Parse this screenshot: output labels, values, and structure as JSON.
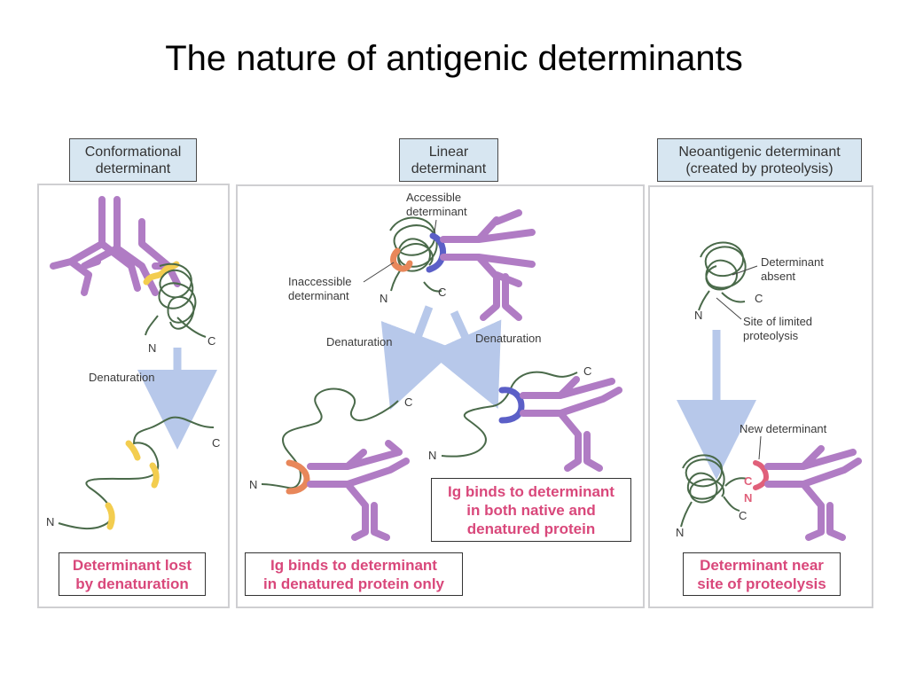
{
  "slide_title": "The nature of antigenic determinants",
  "panels": {
    "conformational": {
      "header_line1": "Conformational",
      "header_line2": "determinant",
      "denaturation_label": "Denaturation",
      "caption_line1": "Determinant lost",
      "caption_line2": "by denaturation"
    },
    "linear": {
      "header_line1": "Linear",
      "header_line2": "determinant",
      "accessible_line1": "Accessible",
      "accessible_line2": "determinant",
      "inaccessible_line1": "Inaccessible",
      "inaccessible_line2": "determinant",
      "denaturation_left": "Denaturation",
      "denaturation_right": "Denaturation",
      "caption_right_line1": "Ig binds to determinant",
      "caption_right_line2": "in both native and",
      "caption_right_line3": "denatured protein",
      "caption_bottom_line1": "Ig binds to determinant",
      "caption_bottom_line2": "in denatured protein only"
    },
    "neoantigenic": {
      "header_line1": "Neoantigenic determinant",
      "header_line2": "(created by proteolysis)",
      "absent_line1": "Determinant",
      "absent_line2": "absent",
      "proteolysis_line1": "Site of limited",
      "proteolysis_line2": "proteolysis",
      "new_determinant": "New determinant",
      "caption_line1": "Determinant near",
      "caption_line2": "site of proteolysis"
    }
  },
  "terminal_labels": {
    "n": "N",
    "c": "C"
  },
  "colors": {
    "antibody": "#b07cc4",
    "protein_chain": "#4a6a4a",
    "conformational_determinant": "#f3cd4f",
    "inaccessible_determinant": "#e8875a",
    "accessible_determinant": "#5b5fc7",
    "new_determinant": "#e0607a",
    "arrow": "#b7c8ea",
    "caption_text": "#d9487b",
    "header_fill": "#d7e6f1"
  }
}
